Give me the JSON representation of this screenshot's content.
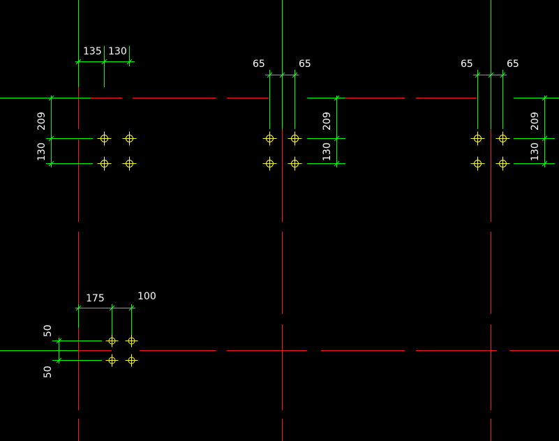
{
  "colors": {
    "background": "#000000",
    "axis_line": "#ff1a1a",
    "dimension_line": "#00ff00",
    "bolt": "#ffff33",
    "text": "#ffffff"
  },
  "dimensions": {
    "top_left_h1": "135",
    "top_left_h2": "130",
    "top_left_v1": "209",
    "top_left_v2": "130",
    "top_mid_h1": "65",
    "top_mid_h2": "65",
    "top_mid_v1": "209",
    "top_mid_v2": "130",
    "top_right_h1": "65",
    "top_right_h2": "65",
    "top_right_v1": "209",
    "top_right_v2": "130",
    "bottom_left_h1": "175",
    "bottom_left_h2": "100",
    "bottom_left_v1": "50",
    "bottom_left_v2": "50"
  },
  "icons": {
    "bolt": "bolt-hole-icon"
  }
}
